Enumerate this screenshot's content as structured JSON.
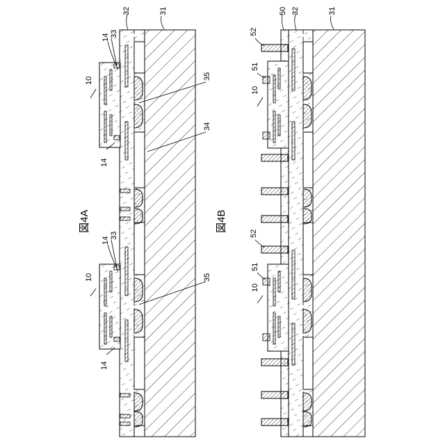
{
  "figures": [
    {
      "caption": "図4A",
      "labels": {
        "substrate": "31",
        "layer": "32",
        "pad": "33",
        "resin": "34",
        "bump": "35",
        "device": "10",
        "electrode": "14"
      }
    },
    {
      "caption": "図4B",
      "labels": {
        "substrate": "31",
        "layer": "32",
        "top": "50",
        "post": "51",
        "terminal": "52",
        "device": "10"
      }
    }
  ]
}
